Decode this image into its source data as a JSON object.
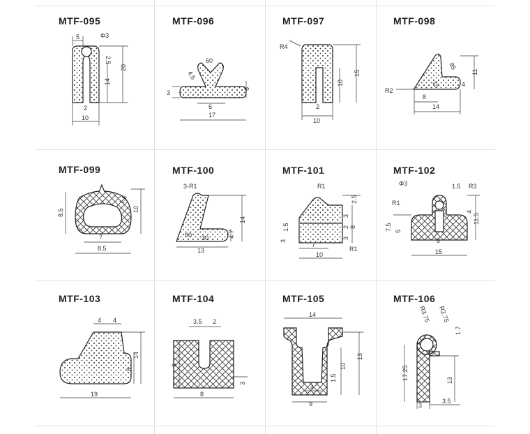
{
  "profiles": [
    {
      "code": "MTF-095",
      "dims": [
        "5",
        "Φ3",
        "2.5",
        "20",
        "14",
        "2",
        "10"
      ]
    },
    {
      "code": "MTF-096",
      "dims": [
        "60",
        "4.5",
        "3",
        "6",
        "6",
        "17"
      ]
    },
    {
      "code": "MTF-097",
      "dims": [
        "R4",
        "10",
        "15",
        "2",
        "10"
      ]
    },
    {
      "code": "MTF-098",
      "dims": [
        "85",
        "11",
        "15",
        "4",
        "R2",
        "8",
        "14"
      ]
    },
    {
      "code": "MTF-099",
      "dims": [
        "8.5",
        "1.5",
        "10",
        "7",
        "8.5"
      ]
    },
    {
      "code": "MTF-100",
      "dims": [
        "3-R1",
        "14",
        "60",
        "30",
        "4.7",
        "13"
      ]
    },
    {
      "code": "MTF-101",
      "dims": [
        "R1",
        "2.5",
        "1.5",
        "3",
        "2",
        "8",
        "3",
        "3",
        "7",
        "R1",
        "10"
      ]
    },
    {
      "code": "MTF-102",
      "dims": [
        "Φ3",
        "1.5",
        "R3",
        "R1",
        "7.5",
        "5",
        "11.5",
        "4",
        "6",
        "15"
      ]
    },
    {
      "code": "MTF-103",
      "dims": [
        "4",
        "4",
        "14",
        "8",
        "19"
      ]
    },
    {
      "code": "MTF-104",
      "dims": [
        "3.5",
        "2",
        "9",
        "3",
        "8"
      ]
    },
    {
      "code": "MTF-105",
      "dims": [
        "14",
        "13",
        "10",
        "1.5",
        "4",
        "9"
      ]
    },
    {
      "code": "MTF-106",
      "dims": [
        "R3.75",
        "R2.75",
        "1.7",
        "17.25",
        "13",
        "3",
        "3.5"
      ]
    }
  ]
}
